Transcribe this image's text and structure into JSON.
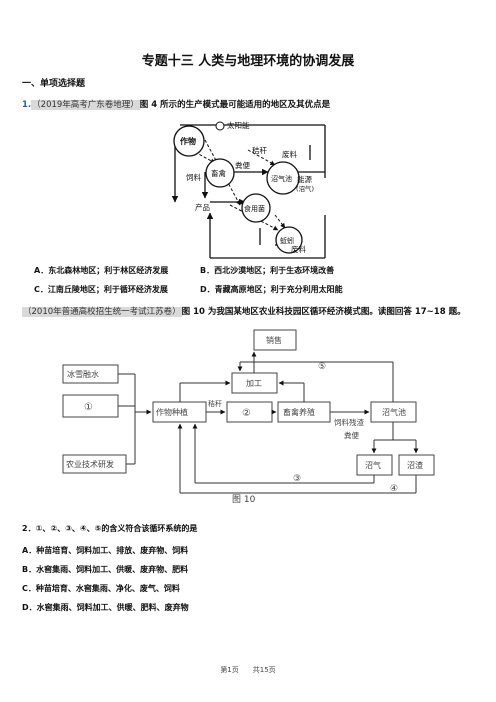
{
  "title": "专题十三 人类与地理环境的协调发展",
  "section": "一、单项选择题",
  "q1": {
    "num": "1.",
    "source": "（2019年高考广东卷地理）",
    "stem": "图 4 所示的生产模式最可能适用的地区及其优点是",
    "diagram": {
      "sun": "太阳能",
      "crop": "作物",
      "livestock": "畜禽",
      "biogas": "沼气池",
      "mushroom": "食用菌",
      "earthworm": "蚯蚓",
      "straw": "秸秆",
      "manure": "粪便",
      "waste1": "废料",
      "feed": "饲料",
      "energy": "能源",
      "energy_sub": "(沼气)",
      "product": "产品",
      "waste2": "废料"
    },
    "options": {
      "A": "A．东北森林地区；利于林区经济发展",
      "B": "B．西北沙漠地区；利于生态环境改善",
      "C": "C．江南丘陵地区；利于循环经济发展",
      "D": "D．青藏高原地区；利于充分利用太阳能"
    }
  },
  "passage": {
    "source": "（2010年普通高校招生统一考试江苏卷）",
    "text": "图 10 为我国某地区农业科技园区循环经济模式图。读图回答 17~18 题。"
  },
  "fig10": {
    "snow": "冰雪融水",
    "circle1": "①",
    "agri": "农业技术研发",
    "sales": "销售",
    "process": "加工",
    "circle5": "⑤",
    "crop": "作物种植",
    "straw": "秸秆",
    "circle2": "②",
    "livestock": "畜禽养殖",
    "biogas_pool": "沼气池",
    "feed_residue": "饲料残渣",
    "manure": "粪便",
    "biogas": "沼气",
    "residue": "沼渣",
    "circle3": "③",
    "circle4": "④",
    "caption": "图 10"
  },
  "q2": {
    "stem": "2．①、②、③、④、⑤的含义符合该循环系统的是",
    "options": {
      "A": "A．种苗培育、饲料加工、排放、废弃物、饲料",
      "B": "B．水窖集雨、饲料加工、供暖、废弃物、肥料",
      "C": "C．种苗培育、水窖集雨、净化、废气、饲料",
      "D": "D．水窖集雨、饲料加工、供暖、肥料、废弃物"
    }
  },
  "footer": "第1页　　共15页"
}
